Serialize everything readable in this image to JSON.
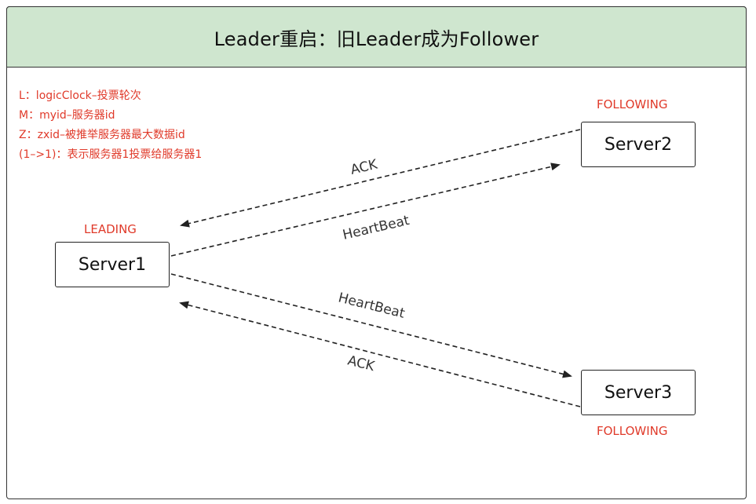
{
  "title": "Leader重启：旧Leader成为Follower",
  "legend": [
    "L：logicClock–投票轮次",
    "M：myid–服务器id",
    "Z：zxid–被推举服务器最大数据id",
    "(1–>1)：表示服务器1投票给服务器1"
  ],
  "servers": {
    "server1": {
      "name": "Server1",
      "state": "LEADING"
    },
    "server2": {
      "name": "Server2",
      "state": "FOLLOWING"
    },
    "server3": {
      "name": "Server3",
      "state": "FOLLOWING"
    }
  },
  "edges": {
    "ack_top": "ACK",
    "heartbeat_top": "HeartBeat",
    "heartbeat_bottom": "HeartBeat",
    "ack_bottom": "ACK"
  },
  "colors": {
    "title_bg": "#cfe6cf",
    "accent_red": "#e03a2a",
    "line": "#222222"
  }
}
